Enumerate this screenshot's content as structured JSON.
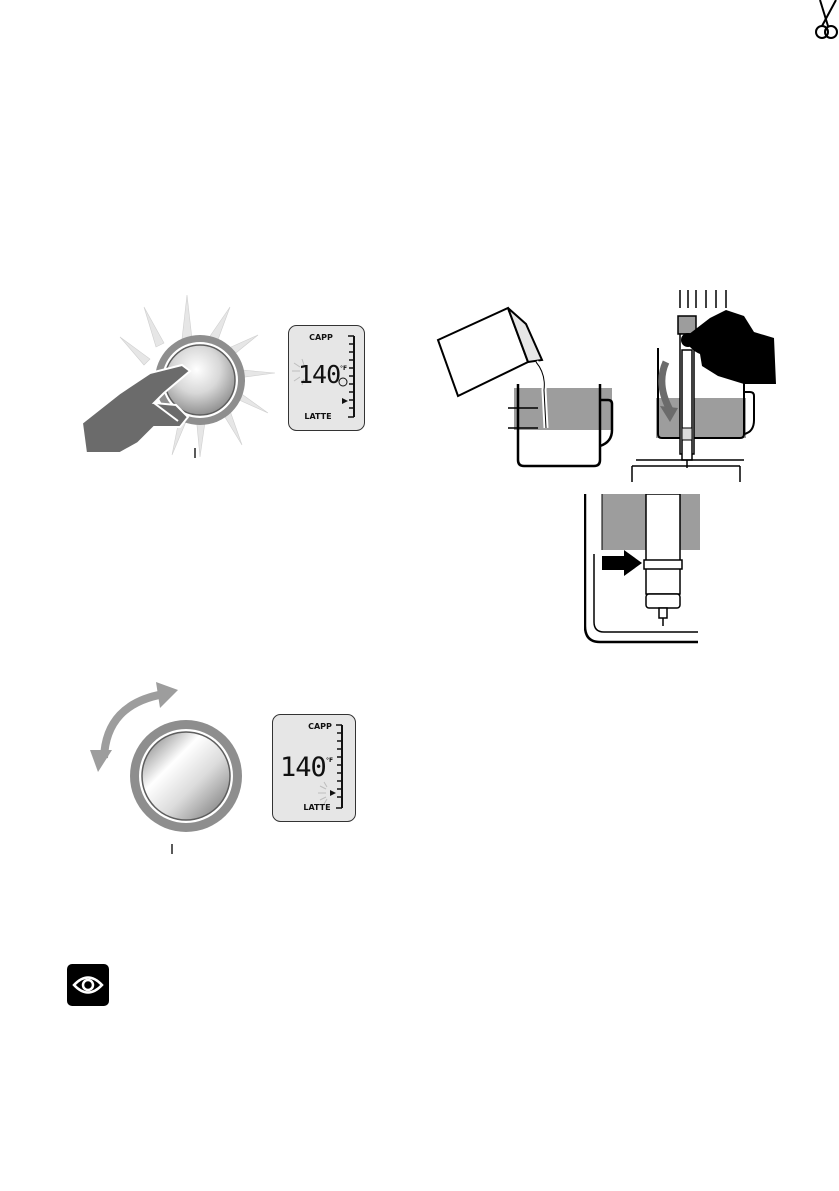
{
  "display1": {
    "top_label": "CAPP",
    "bottom_label": "LATTE",
    "temperature": "140",
    "unit": "°F"
  },
  "display2": {
    "top_label": "CAPP",
    "bottom_label": "LATTE",
    "temperature": "140",
    "unit": "°F"
  },
  "icons": [
    "scissors-icon",
    "hand-press-icon",
    "dial-button-icon",
    "rotate-arrow-icon",
    "milk-carton-icon",
    "milk-jug-icon",
    "steam-wand-icon",
    "hand-icon",
    "arrow-icon",
    "eye-icon"
  ],
  "colors": {
    "gray": "#9d9d9d",
    "dark_gray": "#6b6b6b",
    "black": "#000000"
  }
}
